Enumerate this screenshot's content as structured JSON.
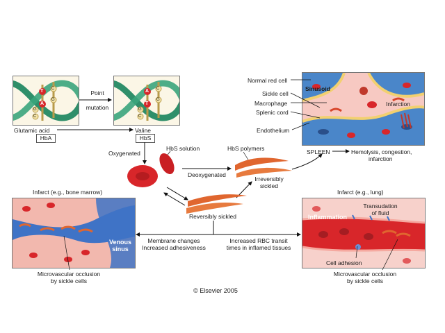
{
  "dna": {
    "left_letters": [
      "T",
      "A",
      "C",
      "G",
      "G",
      "C"
    ],
    "right_letters": [
      "A",
      "T",
      "C",
      "G",
      "G",
      "C"
    ],
    "mutation_label_1": "Point",
    "mutation_label_2": "mutation",
    "glutamic_acid": "Glutamic acid",
    "valine": "Valine",
    "hba": "HbA",
    "hbs": "HbS"
  },
  "center": {
    "oxygenated": "Oxygenated",
    "hbs_solution": "HbS solution",
    "deoxygenated": "Deoxygenated",
    "hbs_polymers": "HbS polymers",
    "irreversibly_1": "Irreversibly",
    "irreversibly_2": "sickled",
    "reversibly_sickled": "Reversibly sickled"
  },
  "spleen": {
    "normal_red_cell": "Normal red cell",
    "sinusoid": "Sinusoid",
    "sickle_cell": "Sickle cell",
    "macrophage": "Macrophage",
    "splenic_cord": "Splenic cord",
    "endothelium": "Endothelium",
    "infarction": "Infarction",
    "spleen_label": "SPLEEN",
    "outcome_1": "Hemolysis, congestion,",
    "outcome_2": "infarction"
  },
  "left_panel": {
    "title": "Infarct (e.g., bone marrow)",
    "venous_1": "Venous",
    "venous_2": "sinus",
    "occlusion_1": "Microvascular occlusion",
    "occlusion_2": "by sickle cells"
  },
  "middle": {
    "membrane_1": "Membrane changes",
    "membrane_2": "Increased adhesiveness",
    "rbc_1": "Increased RBC transit",
    "rbc_2": "times in inflamed tissues"
  },
  "right_panel": {
    "title": "Infarct (e.g., lung)",
    "inflammation": "Inflammation",
    "transudation_1": "Transudation",
    "transudation_2": "of fluid",
    "cell_adhesion": "Cell adhesion",
    "occlusion_1": "Microvascular occlusion",
    "occlusion_2": "by sickle cells"
  },
  "copyright": "© Elsevier 2005",
  "colors": {
    "rbc": "#d8262a",
    "sickle": "#e0662f",
    "helix_green": "#2f8f6a",
    "tissue_pink": "#f4c3bd",
    "vein_blue": "#3f73c6"
  }
}
